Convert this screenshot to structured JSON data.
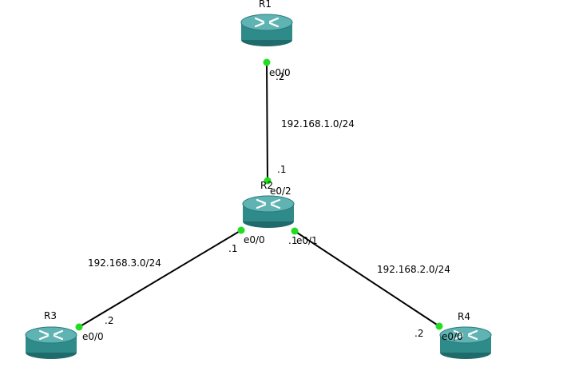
{
  "colors": {
    "link": "#000000",
    "port_status_up": "#22dd22",
    "router_top": "#5fb3b3",
    "router_body": "#2f8a8a",
    "router_dark": "#1f6a6a",
    "router_arrows": "#ffffff"
  },
  "routers": [
    {
      "id": "r1",
      "name": "R1",
      "icon": "router-icon"
    },
    {
      "id": "r2",
      "name": "R2",
      "icon": "router-icon"
    },
    {
      "id": "r3",
      "name": "R3",
      "icon": "router-icon"
    },
    {
      "id": "r4",
      "name": "R4",
      "icon": "router-icon"
    }
  ],
  "links": [
    {
      "network": "192.168.1.0/24",
      "a": {
        "router": "R1",
        "interface": "e0/0",
        "host": ".2"
      },
      "b": {
        "router": "R2",
        "interface": "e0/2",
        "host": ".1"
      }
    },
    {
      "network": "192.168.3.0/24",
      "a": {
        "router": "R2",
        "interface": "e0/0",
        "host": ".1"
      },
      "b": {
        "router": "R3",
        "interface": "e0/0",
        "host": ".2"
      }
    },
    {
      "network": "192.168.2.0/24",
      "a": {
        "router": "R2",
        "interface": "e0/1",
        "host": ".1"
      },
      "b": {
        "router": "R4",
        "interface": "e0/0",
        "host": ".2"
      }
    }
  ]
}
